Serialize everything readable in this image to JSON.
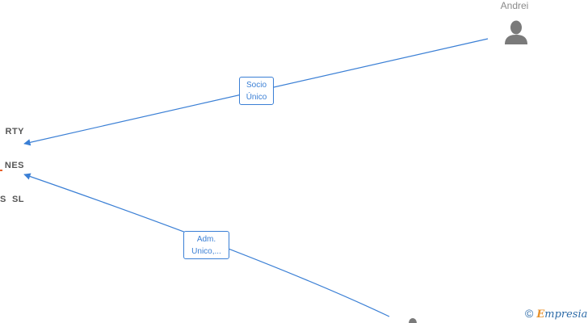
{
  "company": {
    "name_lines": [
      "RTY",
      "NES",
      "S  SL"
    ]
  },
  "persons": [
    {
      "name": "Andrei"
    },
    {
      "name": ""
    }
  ],
  "relations": [
    {
      "label_lines": [
        "Socio",
        "Único"
      ]
    },
    {
      "label_lines": [
        "Adm.",
        "Unico,..."
      ]
    }
  ],
  "colors": {
    "edge": "#3a7fd5",
    "person_icon": "#7a7a7a",
    "company_text": "#555555",
    "brand_blue": "#2d6ba8",
    "brand_orange": "#e8922c",
    "company_accent": "#e8622c"
  },
  "branding": {
    "copyright_symbol": "©",
    "logo_initial": "E",
    "logo_rest": "mpresia"
  }
}
